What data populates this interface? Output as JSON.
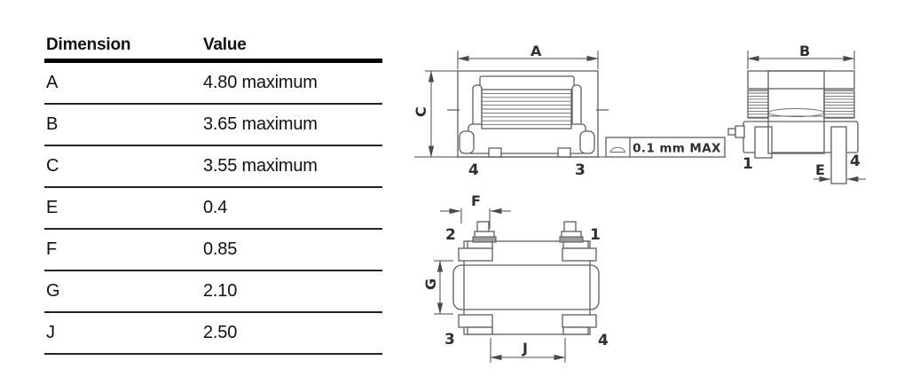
{
  "table": {
    "headers": {
      "dimension": "Dimension",
      "value": "Value"
    },
    "rows": [
      {
        "dimension": "A",
        "value": "4.80 maximum"
      },
      {
        "dimension": "B",
        "value": "3.65 maximum"
      },
      {
        "dimension": "C",
        "value": "3.55 maximum"
      },
      {
        "dimension": "E",
        "value": "0.4"
      },
      {
        "dimension": "F",
        "value": "0.85"
      },
      {
        "dimension": "G",
        "value": "2.10"
      },
      {
        "dimension": "J",
        "value": "2.50"
      }
    ]
  },
  "drawings": {
    "front_view": {
      "dim_a": "A",
      "dim_c": "C",
      "pin_4": "4",
      "pin_3": "3"
    },
    "coplanarity_callout": {
      "symbol": "coplanarity-flatness",
      "text": "0.1 mm MAX"
    },
    "side_view": {
      "dim_b": "B",
      "dim_e": "E",
      "pin_1": "1",
      "pin_4": "4"
    },
    "top_view": {
      "dim_f": "F",
      "dim_g": "G",
      "dim_j": "J",
      "pin_1": "1",
      "pin_2": "2",
      "pin_3": "3",
      "pin_4": "4"
    }
  },
  "colors": {
    "line": "#5e5e5e",
    "hatch": "#bdbdbd",
    "table_text": "#111111",
    "pad_fill": "#9b9b9b"
  }
}
